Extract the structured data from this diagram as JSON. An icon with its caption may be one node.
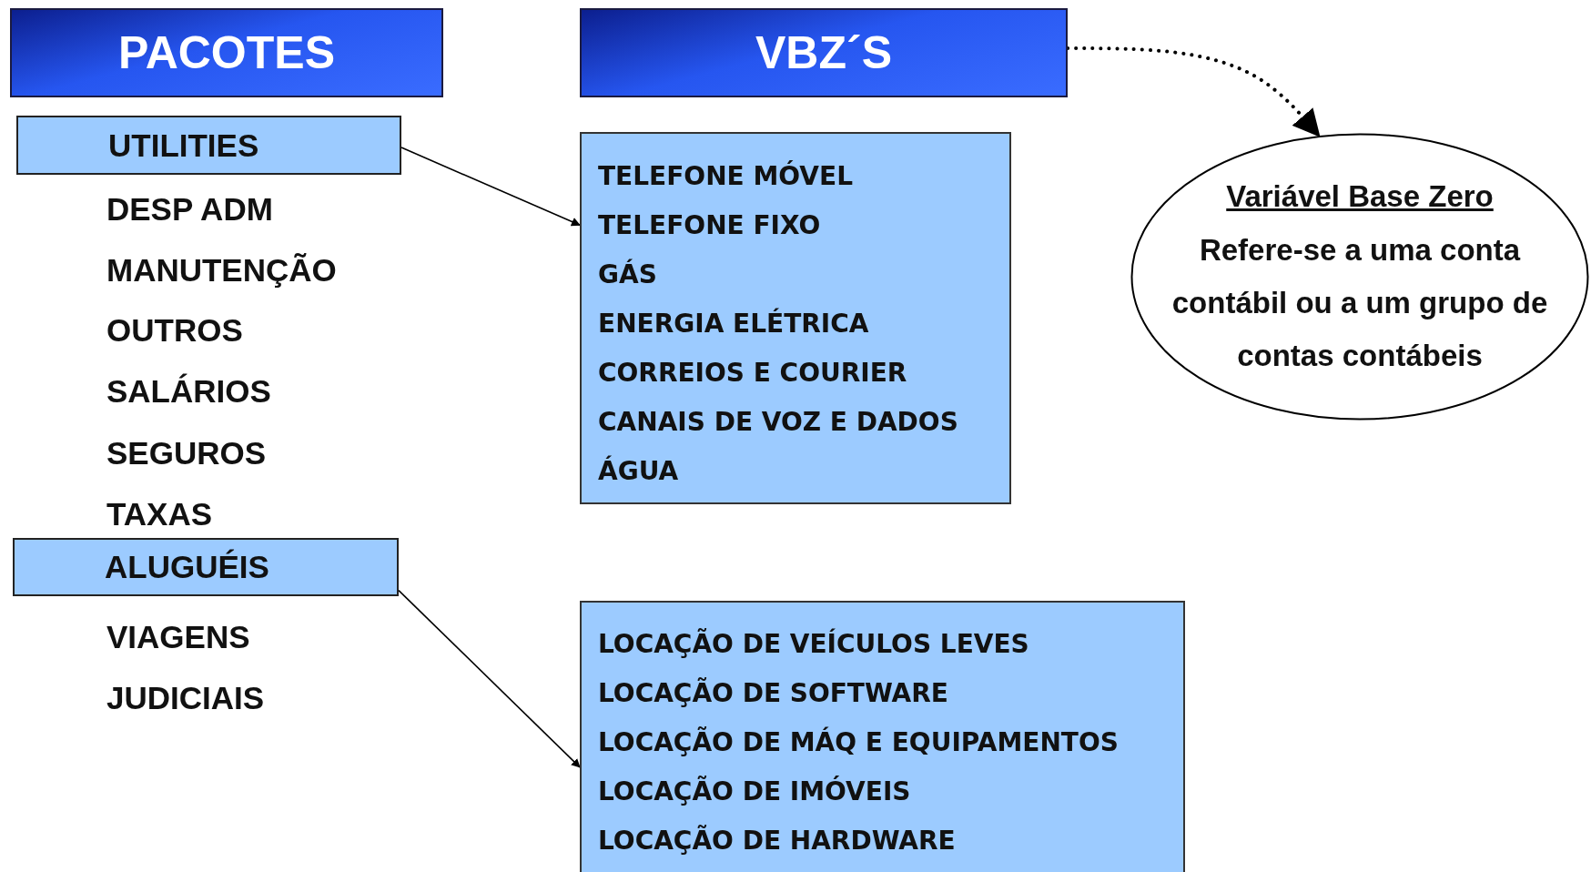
{
  "diagram": {
    "nodes": [
      {
        "text": [
          "PACOTES"
        ]
      },
      {
        "text": [
          "VBZ´S"
        ]
      },
      {
        "text": [
          "Variável Base Zero",
          "Refere-se a uma conta contábil ou a um grupo de contas contábeis"
        ]
      },
      {
        "text": [
          "UTILITIES"
        ]
      },
      {
        "text": [
          "TELEFONE MÓVEL",
          "TELEFONE FIXO",
          "GÁS",
          "ENERGIA ELÉTRICA",
          "CORREIOS E COURIER",
          "CANAIS DE VOZ E DADOS",
          "ÁGUA"
        ]
      },
      {
        "text": [
          "ALUGUÉIS"
        ]
      },
      {
        "text": [
          "LOCAÇÃO DE VEÍCULOS LEVES",
          "LOCAÇÃO DE SOFTWARE",
          "LOCAÇÃO DE MÁQ E EQUIPAMENTOS",
          "LOCAÇÃO DE IMÓVEIS",
          "LOCAÇÃO DE HARDWARE"
        ]
      }
    ],
    "edges": [
      {
        "from": 1,
        "to": 2,
        "arrow": "to",
        "style": "dashed"
      },
      {
        "from": 3,
        "to": 4,
        "arrow": "to"
      },
      {
        "from": 5,
        "to": 6,
        "arrow": "to"
      }
    ],
    "labels": [
      "DESP ADM",
      "MANUTENÇÃO",
      "OUTROS",
      "SALÁRIOS",
      "SEGUROS",
      "TAXAS",
      "VIAGENS",
      "JUDICIAIS"
    ]
  }
}
